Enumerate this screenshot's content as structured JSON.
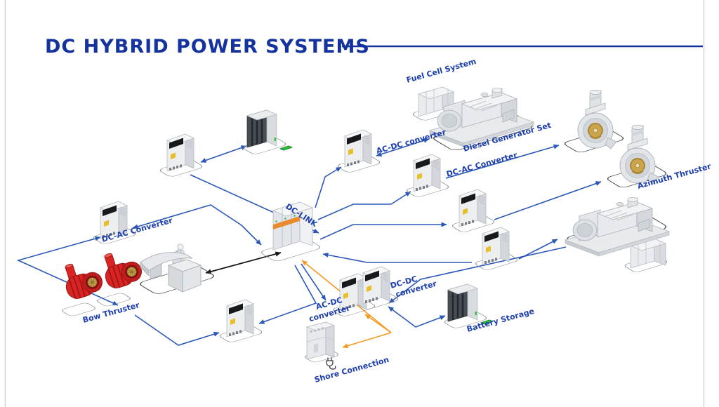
{
  "title": {
    "text": "DC HYBRID POWER SYSTEMS"
  },
  "colors": {
    "title_blue": "#15339e",
    "label_blue": "#1d3fae",
    "line_blue": "#2b58b8",
    "line_orange": "#f5991f",
    "line_black": "#14161a",
    "thruster_red": "#d92423",
    "battery_green": "#2ec43c",
    "dclink_orange": "#e98a2e"
  },
  "labels": {
    "fuel_cell_system": "Fuel Cell System",
    "diesel_generator_set": "Diesel Generator Set",
    "ac_dc_converter_mid": "AC-DC converter",
    "dc_ac_converter_mid": "DC-AC Converter",
    "azimuth_thruster": "Azimuth Thruster",
    "dc_link": "DC-LINK",
    "dc_ac_converter_left": "DC-AC Converter",
    "bow_thruster": "Bow Thruster",
    "ac_dc_converter_bottom": [
      "AC-DC",
      "converter"
    ],
    "dc_dc_converter_bottom": [
      "DC-DC",
      "converter"
    ],
    "battery_storage": "Battery Storage",
    "shore_connection": "Shore Connection"
  }
}
